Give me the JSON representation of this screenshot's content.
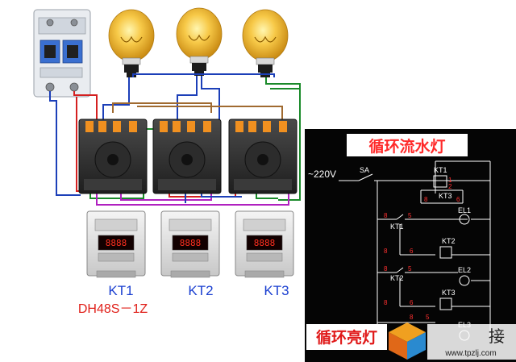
{
  "timers": [
    {
      "id": "kt1",
      "label": "KT1",
      "model": "DH48S－1Z"
    },
    {
      "id": "kt2",
      "label": "KT2",
      "model": ""
    },
    {
      "id": "kt3",
      "label": "KT3",
      "model": ""
    }
  ],
  "schematic": {
    "title": "循环流水灯",
    "supply": "~220V",
    "switch": "SA",
    "coil_labels": [
      "KT1",
      "KT3",
      "KT1",
      "KT2",
      "KT2",
      "KT3"
    ],
    "lamp_labels": [
      "EL1",
      "EL2",
      "EL3"
    ],
    "pin_numbers": [
      "1",
      "2",
      "8",
      "6",
      "8",
      "5",
      "8",
      "6",
      "8",
      "5",
      "8",
      "6",
      "8",
      "5"
    ],
    "caption": "循环亮灯"
  },
  "watermark": {
    "site": "www.tpzlj.com",
    "text": "接"
  },
  "colors": {
    "wire_blue": "#1c3fb8",
    "wire_red": "#d42020",
    "wire_green": "#1a8a2a",
    "wire_purple": "#b020c0",
    "wire_brown": "#a06a30",
    "schematic_bg": "#050505",
    "schematic_line": "#ffffff",
    "title_red": "#ff2a2a"
  }
}
